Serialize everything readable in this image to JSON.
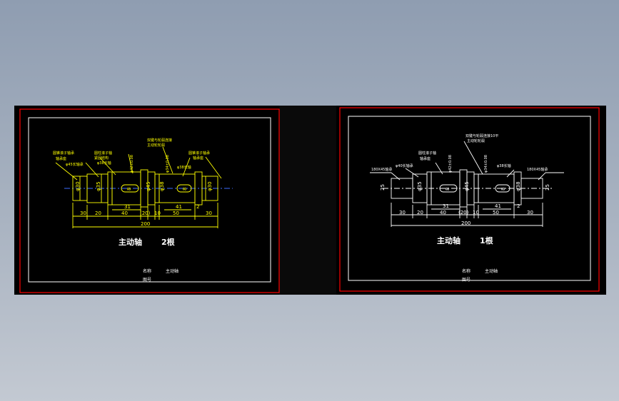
{
  "sheets": [
    {
      "id": "left",
      "color": "#ffff00",
      "title": "主动轴",
      "subtitle": "2根",
      "name_label": "名称",
      "name_value": "主动轴",
      "drawing_no_label": "图号",
      "diameters": {
        "d1": "φ30",
        "d2": "φ35",
        "d3": "φ45",
        "d4": "φ38",
        "d5": "φ30"
      },
      "keyway_widths": {
        "k1": "8",
        "k2": "8"
      },
      "dims": {
        "a": "30",
        "b": "20",
        "c": "40",
        "d": "(20)",
        "e": "10",
        "f": "50",
        "g": "30",
        "h": "31",
        "i": "41",
        "j": "2",
        "total": "200"
      },
      "callouts": {
        "c1": "圆锥滚子轴承",
        "c2": "轴承座",
        "c3": "φ45长轴承",
        "c4": "圆柱滚子轴",
        "c5": "紧固结构",
        "c6": "φ38长轴",
        "c7": "双键与轮毂连接",
        "c8": "主动轮轮毂",
        "c9": "φ42±0.08",
        "c10": "φ34±0.08",
        "c11": "φ38长轴",
        "c12": "圆锥滚子轴承",
        "c13": "轴承座"
      }
    },
    {
      "id": "right",
      "color": "#ffffff",
      "title": "主动轴",
      "subtitle": "1根",
      "name_label": "名称",
      "name_value": "主动轴",
      "drawing_no_label": "图号",
      "diameters": {
        "d1": "25",
        "d2": "φ35",
        "d3": "φ45",
        "d4": "φ38",
        "d5": "25"
      },
      "keyway_widths": {
        "k1": "8",
        "k2": "8"
      },
      "dims": {
        "a": "30",
        "b": "20",
        "c": "40",
        "d": "(20)",
        "e": "10",
        "f": "50",
        "g": "30",
        "h": "31",
        "i": "41",
        "j": "2",
        "total": "200"
      },
      "callouts": {
        "c1": "180X45轴承",
        "c2": "φ40长轴承",
        "c3": "圆柱滚子轴",
        "c4": "轴承座",
        "c5": "φ42±0.08",
        "c6": "双键与轮毂连接10平",
        "c7": "主动轮轮毂",
        "c8": "φ34±0.08",
        "c9": "φ38长轴",
        "c10": "180X45轴承"
      }
    }
  ],
  "frame_colors": {
    "outer": "#ff0000",
    "inner": "#ffffff",
    "background": "#000000"
  }
}
